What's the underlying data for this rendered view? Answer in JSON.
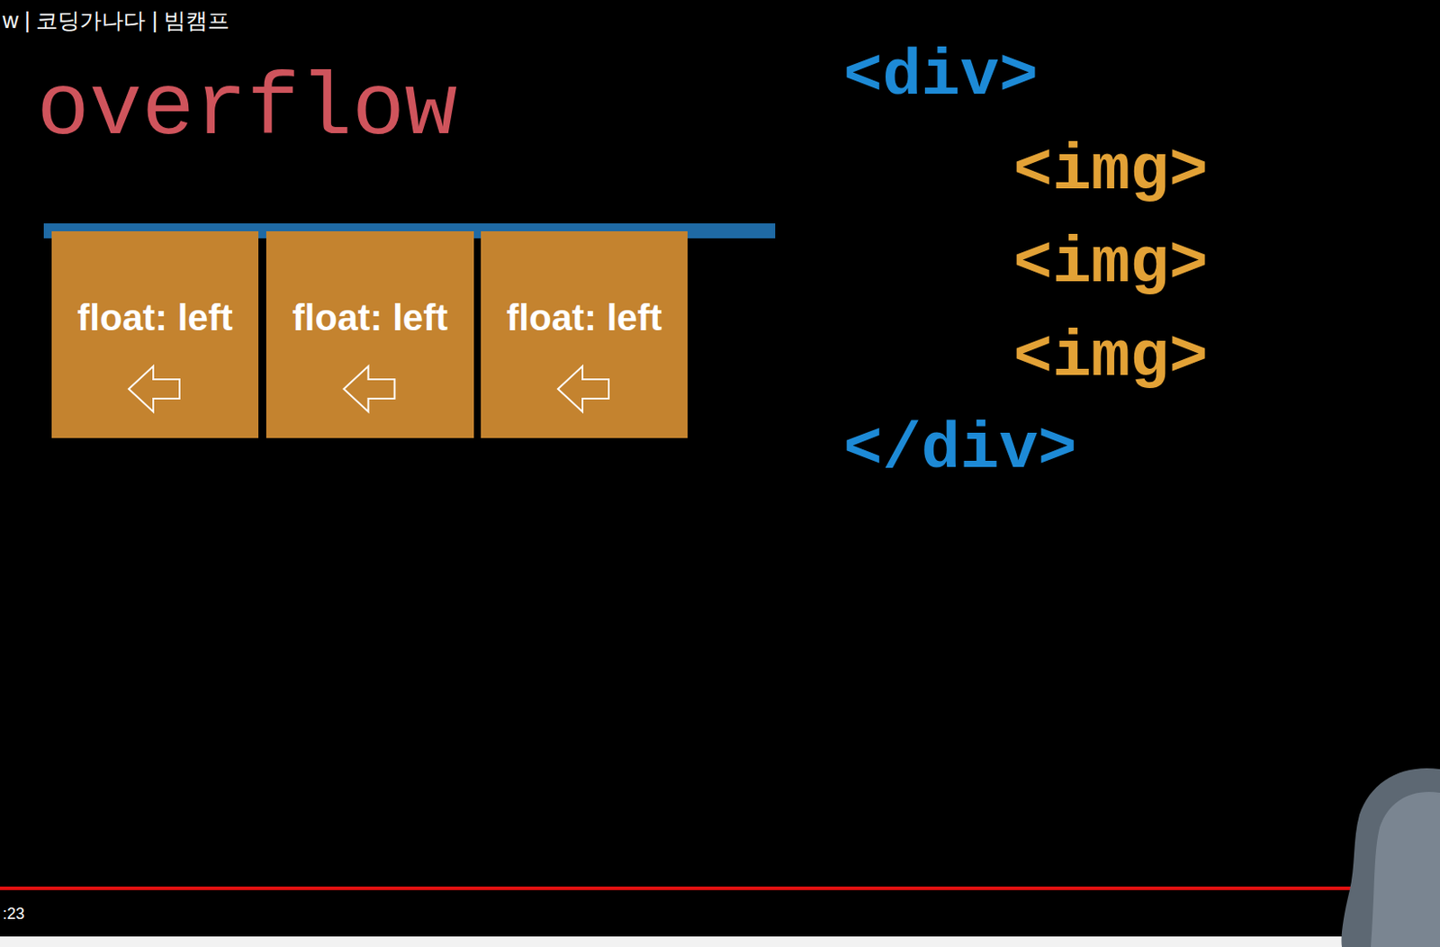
{
  "diagram": {
    "title": "overflow",
    "nodes": [
      {
        "text": [
          "float: left"
        ]
      },
      {
        "text": [
          "float: left"
        ]
      },
      {
        "text": [
          "float: left"
        ]
      }
    ],
    "labels": [
      "w | 코딩가나다 | 빔캠프",
      "<div>",
      "<img>",
      "<img>",
      "<img>",
      "</div>",
      ":23"
    ]
  }
}
